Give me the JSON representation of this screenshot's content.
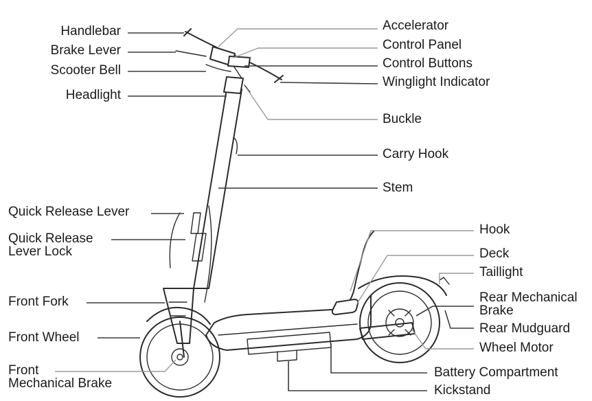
{
  "labels": {
    "handlebar": "Handlebar",
    "brake_lever": "Brake Lever",
    "scooter_bell": "Scooter Bell",
    "headlight": "Headlight",
    "quick_release_lever": "Quick Release Lever",
    "quick_release_lever_lock_1": "Quick Release",
    "quick_release_lever_lock_2": "Lever Lock",
    "front_fork": "Front Fork",
    "front_wheel": "Front Wheel",
    "front_mech_brake_1": "Front",
    "front_mech_brake_2": "Mechanical Brake",
    "accelerator": "Accelerator",
    "control_panel": "Control Panel",
    "control_buttons": "Control Buttons",
    "winglight_indicator": "Winglight Indicator",
    "buckle": "Buckle",
    "carry_hook": "Carry Hook",
    "stem": "Stem",
    "hook": "Hook",
    "deck": "Deck",
    "taillight": "Taillight",
    "rear_mech_brake_1": "Rear Mechanical",
    "rear_mech_brake_2": "Brake",
    "rear_mudguard": "Rear Mudguard",
    "wheel_motor": "Wheel Motor",
    "battery_compartment": "Battery Compartment",
    "kickstand": "Kickstand"
  }
}
